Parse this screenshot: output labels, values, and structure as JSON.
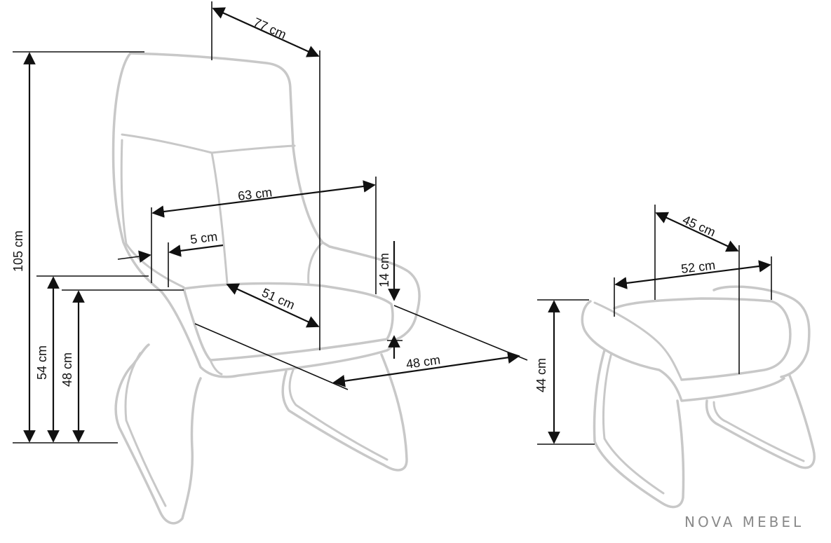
{
  "dimensions": {
    "chair_depth_top": "77 cm",
    "chair_inner_width": "63 cm",
    "armrest_width": "5 cm",
    "armrest_height": "14 cm",
    "seat_depth": "51 cm",
    "seat_width": "48 cm",
    "total_height": "105 cm",
    "armrest_floor_height": "54 cm",
    "seat_height": "48 cm",
    "stool_depth": "45 cm",
    "stool_width": "52 cm",
    "stool_height": "44 cm"
  },
  "brand": "NOVA MEBEL",
  "colors": {
    "outline": "#c8c8c8",
    "dimension_lines": "#111111",
    "brand_text": "#8a8a8a"
  }
}
